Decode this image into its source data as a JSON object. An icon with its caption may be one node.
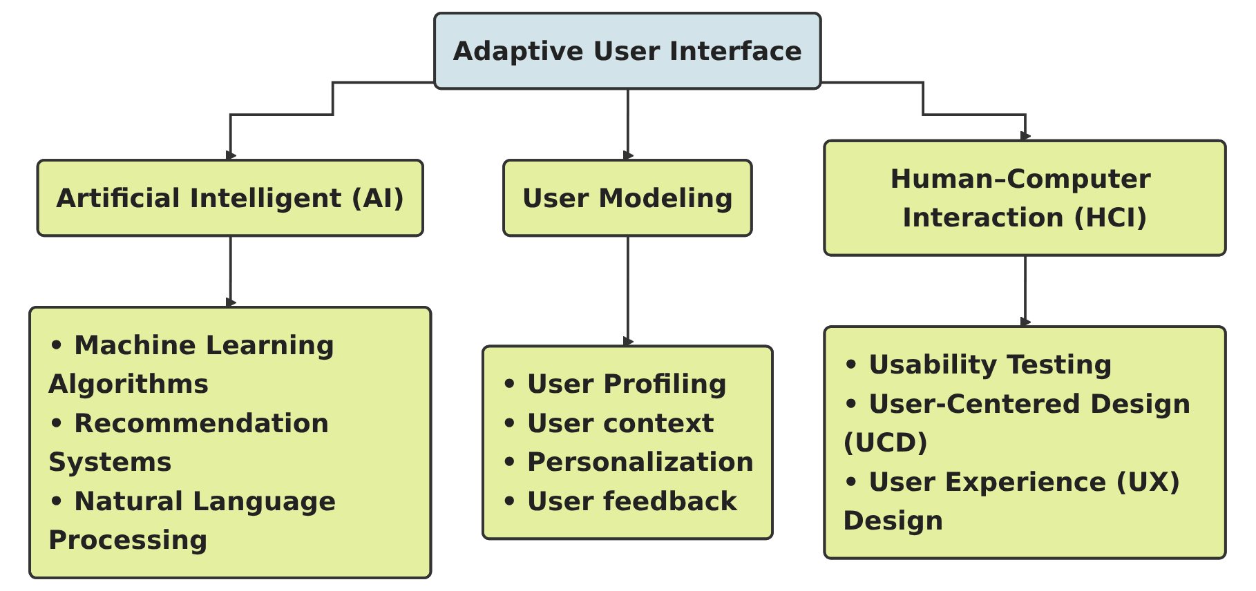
{
  "diagram": {
    "nodes": [
      {
        "text": [
          "Adaptive User Interface"
        ]
      },
      {
        "text": [
          "Artificial Intelligent (AI)"
        ]
      },
      {
        "text": [
          "User Modeling"
        ]
      },
      {
        "text": [
          "Human–Computer Interaction (HCI)"
        ]
      },
      {
        "text": [
          "• Machine Learning Algorithms",
          "• Recommendation Systems",
          "• Natural Language Processing"
        ]
      },
      {
        "text": [
          "• User Profiling",
          "• User context",
          "• Personalization",
          "• User feedback"
        ]
      },
      {
        "text": [
          "• Usability Testing",
          "• User-Centered Design (UCD)",
          "• User Experience (UX) Design"
        ]
      }
    ],
    "edges": [
      {
        "from": 0,
        "to": 1,
        "arrow": "to"
      },
      {
        "from": 0,
        "to": 2,
        "arrow": "to"
      },
      {
        "from": 0,
        "to": 3,
        "arrow": "to"
      },
      {
        "from": 1,
        "to": 4,
        "arrow": "to"
      },
      {
        "from": 2,
        "to": 5,
        "arrow": "to"
      },
      {
        "from": 3,
        "to": 6,
        "arrow": "to"
      }
    ]
  }
}
